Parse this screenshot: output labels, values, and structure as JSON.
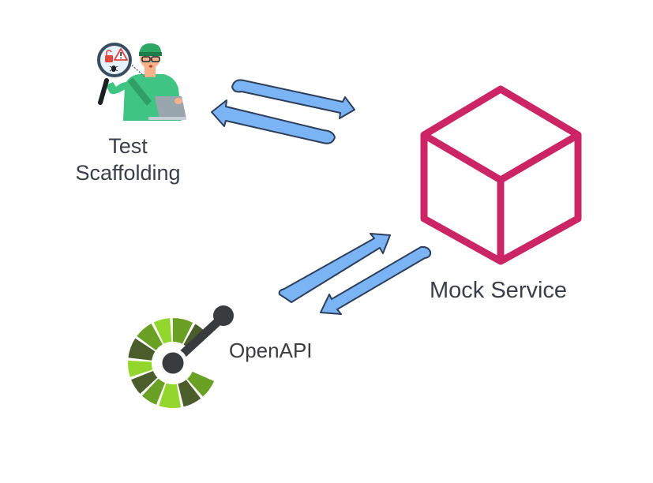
{
  "nodes": {
    "test_scaffolding": {
      "line1": "Test",
      "line2": "Scaffolding",
      "icon": "tester-with-magnifier-icon"
    },
    "mock_service": {
      "label": "Mock Service",
      "icon": "cube-icon"
    },
    "openapi": {
      "label": "OpenAPI",
      "icon": "openapi-logo"
    }
  },
  "colors": {
    "arrow_fill": "#7ab4f5",
    "arrow_stroke": "#2c3e5a",
    "cube": "#cc2565",
    "text": "#3a3f48",
    "openapi_dark": "#4a5d2b",
    "openapi_mid": "#6aa024",
    "openapi_light": "#93d62e",
    "openapi_pointer": "#3a3b3e",
    "tester_shirt": "#3fc483",
    "tester_skin": "#f7b28a"
  }
}
